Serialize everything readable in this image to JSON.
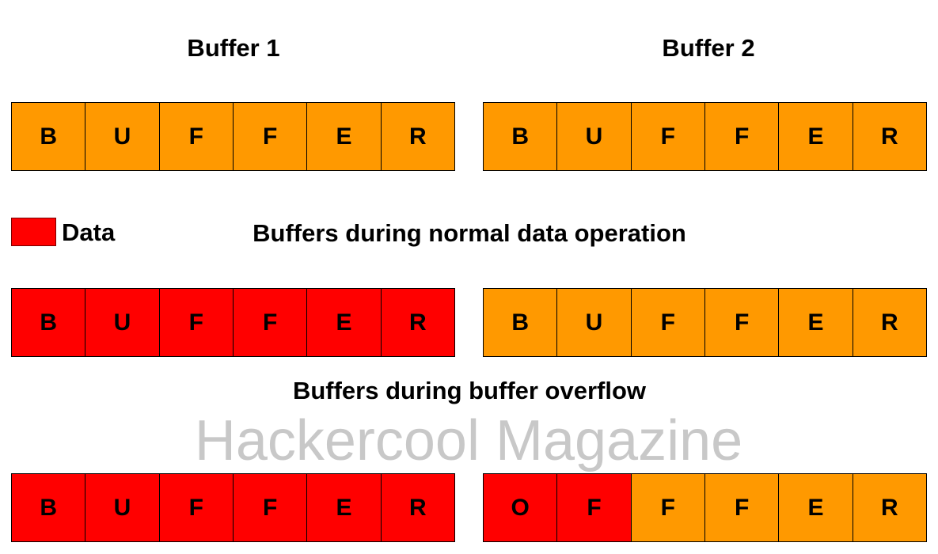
{
  "colors": {
    "empty": "#ff9900",
    "data": "#ff0000"
  },
  "headers": {
    "buffer1": "Buffer 1",
    "buffer2": "Buffer 2"
  },
  "legend": {
    "label": "Data"
  },
  "captions": {
    "normal": "Buffers during normal data operation",
    "overflow": "Buffers during buffer overflow"
  },
  "watermark": "Hackercool Magazine",
  "rows": [
    {
      "buffer1": [
        {
          "letter": "B",
          "filled": false
        },
        {
          "letter": "U",
          "filled": false
        },
        {
          "letter": "F",
          "filled": false
        },
        {
          "letter": "F",
          "filled": false
        },
        {
          "letter": "E",
          "filled": false
        },
        {
          "letter": "R",
          "filled": false
        }
      ],
      "buffer2": [
        {
          "letter": "B",
          "filled": false
        },
        {
          "letter": "U",
          "filled": false
        },
        {
          "letter": "F",
          "filled": false
        },
        {
          "letter": "F",
          "filled": false
        },
        {
          "letter": "E",
          "filled": false
        },
        {
          "letter": "R",
          "filled": false
        }
      ]
    },
    {
      "buffer1": [
        {
          "letter": "B",
          "filled": true
        },
        {
          "letter": "U",
          "filled": true
        },
        {
          "letter": "F",
          "filled": true
        },
        {
          "letter": "F",
          "filled": true
        },
        {
          "letter": "E",
          "filled": true
        },
        {
          "letter": "R",
          "filled": true
        }
      ],
      "buffer2": [
        {
          "letter": "B",
          "filled": false
        },
        {
          "letter": "U",
          "filled": false
        },
        {
          "letter": "F",
          "filled": false
        },
        {
          "letter": "F",
          "filled": false
        },
        {
          "letter": "E",
          "filled": false
        },
        {
          "letter": "R",
          "filled": false
        }
      ]
    },
    {
      "buffer1": [
        {
          "letter": "B",
          "filled": true
        },
        {
          "letter": "U",
          "filled": true
        },
        {
          "letter": "F",
          "filled": true
        },
        {
          "letter": "F",
          "filled": true
        },
        {
          "letter": "E",
          "filled": true
        },
        {
          "letter": "R",
          "filled": true
        }
      ],
      "buffer2": [
        {
          "letter": "O",
          "filled": true
        },
        {
          "letter": "F",
          "filled": true
        },
        {
          "letter": "F",
          "filled": false
        },
        {
          "letter": "F",
          "filled": false
        },
        {
          "letter": "E",
          "filled": false
        },
        {
          "letter": "R",
          "filled": false
        }
      ]
    }
  ]
}
